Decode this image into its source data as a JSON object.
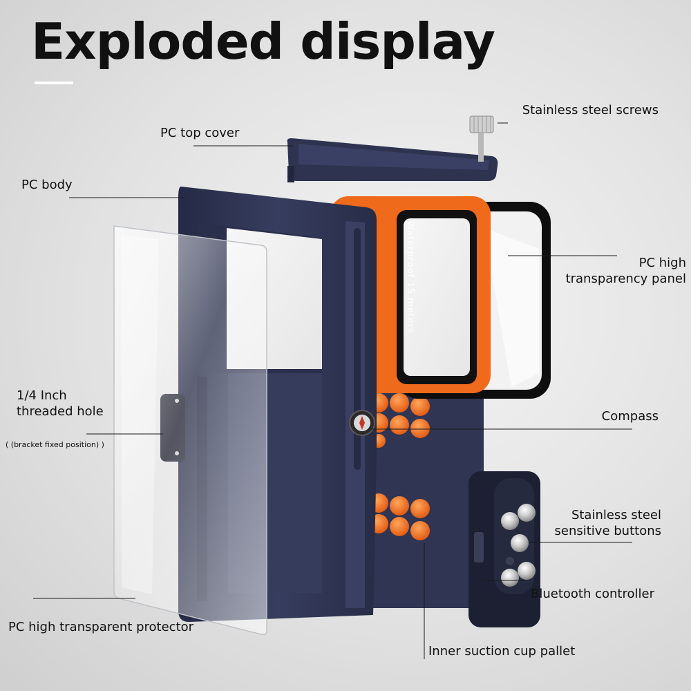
{
  "title": "Exploded display",
  "labels": {
    "screws": "Stainless steel screws",
    "top_cover": "PC top cover",
    "body": "PC body",
    "panel_line1": "PC high",
    "panel_line2": "transparency panel",
    "hole_line1": "1/4 Inch",
    "hole_line2": "threaded hole",
    "hole_note": "( (bracket fixed position) )",
    "compass": "Compass",
    "buttons_line1": "Stainless steel",
    "buttons_line2": "sensitive buttons",
    "controller": "Bluetooth controller",
    "protector": "PC high transparent protector",
    "pallet": "Inner suction cup pallet"
  },
  "gasket_text": "Waterproof 15 meters",
  "colors": {
    "body": "#2e3350",
    "accent_orange": "#f06a1c",
    "gasket_black": "#111111"
  }
}
